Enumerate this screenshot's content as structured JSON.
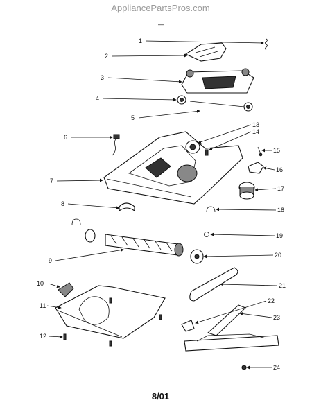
{
  "watermark": "AppliancePartsPros.com",
  "header_mark": "—",
  "footer_date": "8/01",
  "callouts": [
    "1",
    "2",
    "3",
    "4",
    "5",
    "6",
    "7",
    "8",
    "9",
    "10",
    "11",
    "12",
    "13",
    "14",
    "15",
    "16",
    "17",
    "18",
    "19",
    "20",
    "21",
    "22",
    "23",
    "24"
  ]
}
